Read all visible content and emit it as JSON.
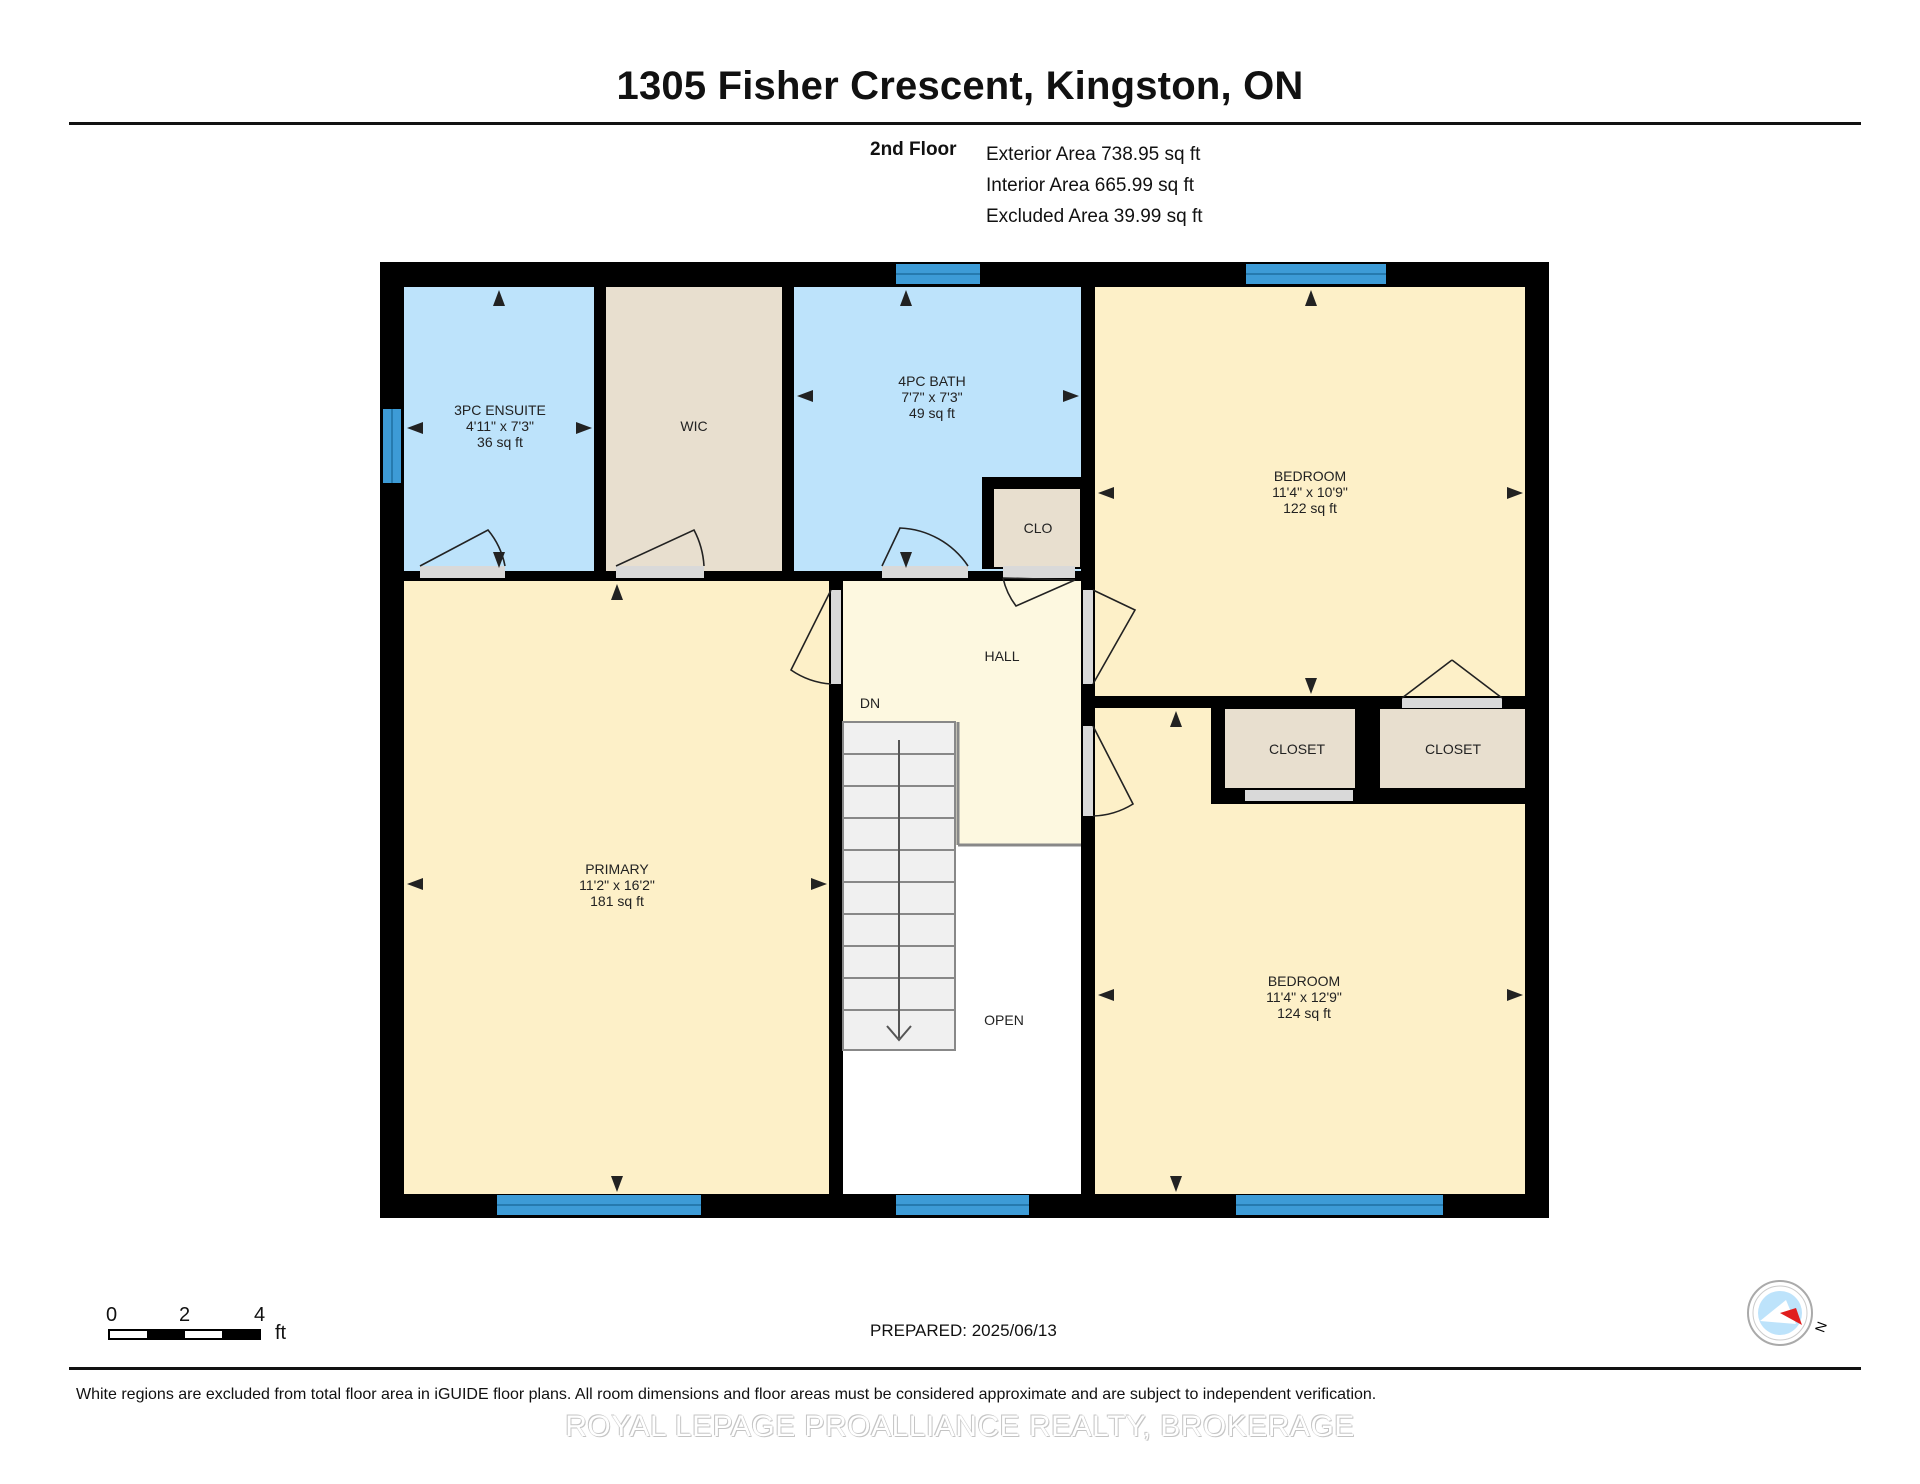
{
  "title": "1305 Fisher Crescent, Kingston, ON",
  "floor": {
    "name": "2nd Floor",
    "exterior_area": "Exterior Area 738.95 sq ft",
    "interior_area": "Interior Area 665.99 sq ft",
    "excluded_area": "Excluded Area 39.99 sq ft"
  },
  "rooms": {
    "ensuite": {
      "name": "3PC ENSUITE",
      "dims": "4'11\" x 7'3\"",
      "area": "36 sq ft"
    },
    "wic": {
      "name": "WIC"
    },
    "bath": {
      "name": "4PC BATH",
      "dims": "7'7\" x 7'3\"",
      "area": "49 sq ft"
    },
    "clo": {
      "name": "CLO"
    },
    "bedroom1": {
      "name": "BEDROOM",
      "dims": "11'4\" x 10'9\"",
      "area": "122 sq ft"
    },
    "hall": {
      "name": "HALL"
    },
    "dn": {
      "name": "DN"
    },
    "closet1": {
      "name": "CLOSET"
    },
    "closet2": {
      "name": "CLOSET"
    },
    "primary": {
      "name": "PRIMARY",
      "dims": "11'2\" x 16'2\"",
      "area": "181 sq ft"
    },
    "open": {
      "name": "OPEN"
    },
    "bedroom2": {
      "name": "BEDROOM",
      "dims": "11'4\" x 12'9\"",
      "area": "124 sq ft"
    }
  },
  "scale": {
    "t0": "0",
    "t2": "2",
    "t4": "4",
    "unit": "ft"
  },
  "prepared": "PREPARED: 2025/06/13",
  "disclaimer": "White regions are excluded from total floor area in iGUIDE floor plans. All room dimensions and floor areas must be considered approximate and are subject to independent verification.",
  "watermark": "ROYAL LEPAGE PROALLIANCE REALTY, BROKERAGE",
  "colors": {
    "wall": "#000000",
    "bedroom_fill": "#fdf0c8",
    "bath_fill": "#bde3fb",
    "closet_fill": "#e8dfcf",
    "hall_fill": "#fdf8e0",
    "window": "#3d9bd6",
    "door_gap": "#d9d9d9"
  },
  "compass": {
    "north_letter": "N"
  }
}
